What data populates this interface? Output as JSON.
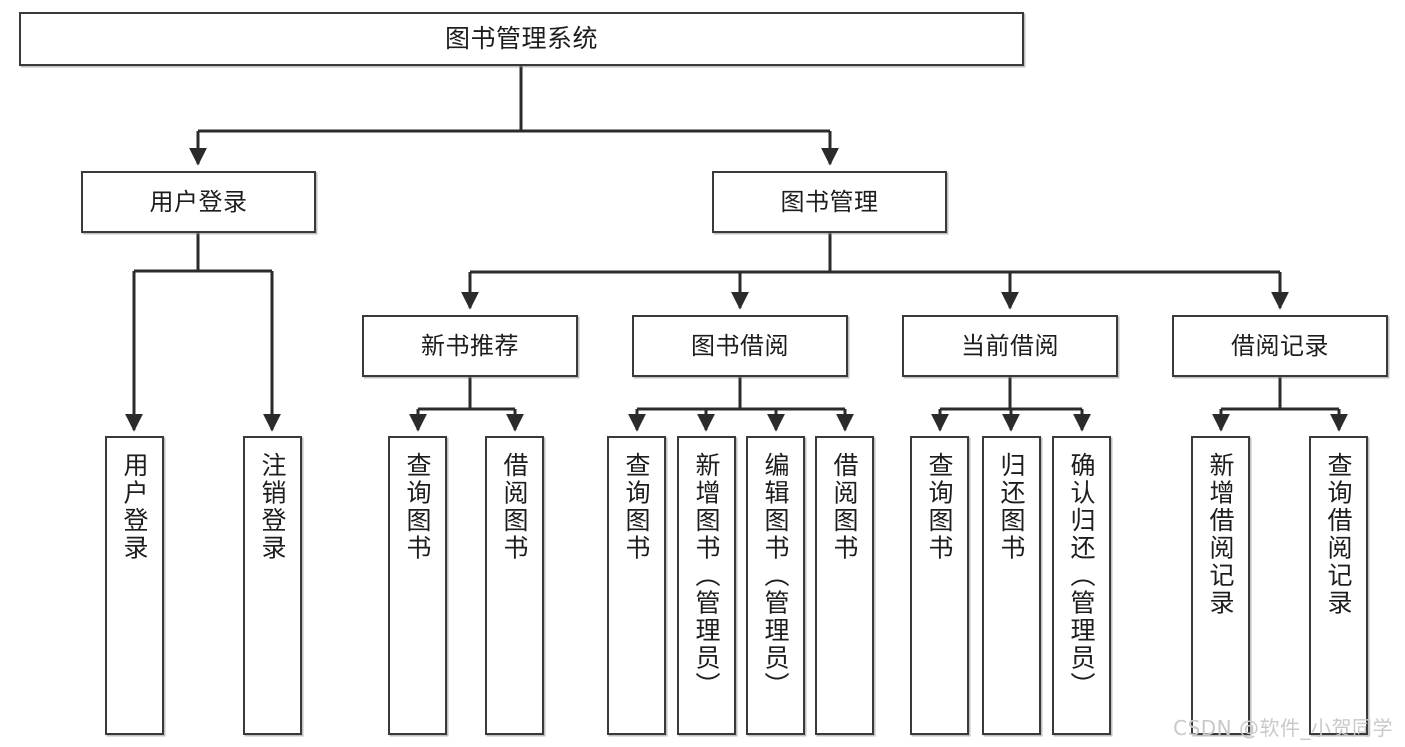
{
  "diagram": {
    "title": "图书管理系统",
    "type": "tree-hierarchy-diagram",
    "watermark": "CSDN @软件_小贺同学",
    "colors": {
      "box_border": "#3a3a3a",
      "box_fill": "#ffffff",
      "edge": "#2b2b2b",
      "text": "#1d1d1d",
      "watermark": "#c9c9c9",
      "background": "#ffffff"
    },
    "levels": {
      "root": [
        "图书管理系统"
      ],
      "level2": [
        "用户登录",
        "图书管理"
      ],
      "level3": [
        "新书推荐",
        "图书借阅",
        "当前借阅",
        "借阅记录"
      ],
      "leaves": [
        "用户登录",
        "注销登录",
        "查询图书",
        "借阅图书",
        "查询图书",
        "新增图书（管理员）",
        "编辑图书（管理员）",
        "借阅图书",
        "查询图书",
        "归还图书",
        "确认归还（管理员）",
        "新增借阅记录",
        "查询借阅记录"
      ]
    },
    "nodes": {
      "root": {
        "label": "图书管理系统"
      },
      "user_login": {
        "label": "用户登录"
      },
      "book_manage": {
        "label": "图书管理"
      },
      "new_book_rec": {
        "label": "新书推荐"
      },
      "book_borrow": {
        "label": "图书借阅"
      },
      "current_borrow": {
        "label": "当前借阅"
      },
      "borrow_record": {
        "label": "借阅记录"
      },
      "leaf_user_login": {
        "label": "用户登录"
      },
      "leaf_logout": {
        "label": "注销登录"
      },
      "leaf_query_book_1": {
        "label": "查询图书"
      },
      "leaf_borrow_book_1": {
        "label": "借阅图书"
      },
      "leaf_query_book_2": {
        "label": "查询图书"
      },
      "leaf_add_book": {
        "label": "新增图书（管理员）"
      },
      "leaf_edit_book": {
        "label": "编辑图书（管理员）"
      },
      "leaf_borrow_book_2": {
        "label": "借阅图书"
      },
      "leaf_query_book_3": {
        "label": "查询图书"
      },
      "leaf_return_book": {
        "label": "归还图书"
      },
      "leaf_confirm_return": {
        "label": "确认归还（管理员）"
      },
      "leaf_add_record": {
        "label": "新增借阅记录"
      },
      "leaf_query_record": {
        "label": "查询借阅记录"
      }
    },
    "edges": [
      {
        "from": "root",
        "to": "user_login"
      },
      {
        "from": "root",
        "to": "book_manage"
      },
      {
        "from": "user_login",
        "to": "leaf_user_login"
      },
      {
        "from": "user_login",
        "to": "leaf_logout"
      },
      {
        "from": "book_manage",
        "to": "new_book_rec"
      },
      {
        "from": "book_manage",
        "to": "book_borrow"
      },
      {
        "from": "book_manage",
        "to": "current_borrow"
      },
      {
        "from": "book_manage",
        "to": "borrow_record"
      },
      {
        "from": "new_book_rec",
        "to": "leaf_query_book_1"
      },
      {
        "from": "new_book_rec",
        "to": "leaf_borrow_book_1"
      },
      {
        "from": "book_borrow",
        "to": "leaf_query_book_2"
      },
      {
        "from": "book_borrow",
        "to": "leaf_add_book"
      },
      {
        "from": "book_borrow",
        "to": "leaf_edit_book"
      },
      {
        "from": "book_borrow",
        "to": "leaf_borrow_book_2"
      },
      {
        "from": "current_borrow",
        "to": "leaf_query_book_3"
      },
      {
        "from": "current_borrow",
        "to": "leaf_return_book"
      },
      {
        "from": "current_borrow",
        "to": "leaf_confirm_return"
      },
      {
        "from": "borrow_record",
        "to": "leaf_add_record"
      },
      {
        "from": "borrow_record",
        "to": "leaf_query_record"
      }
    ]
  }
}
